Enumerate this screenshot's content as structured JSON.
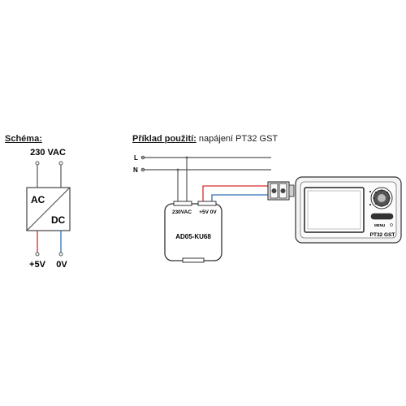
{
  "schema": {
    "heading": "Schéma:",
    "input_label": "230 VAC",
    "ac_label": "AC",
    "dc_label": "DC",
    "out_pos_label": "+5V",
    "out_neg_label": "0V"
  },
  "example": {
    "heading_bold": "Příklad použití:",
    "heading_rest": " napájení PT32 GST",
    "line_l": "L",
    "line_n": "N",
    "module_name": "AD05-KU68",
    "module_in_label": "230VAC",
    "module_out_label": "+5V 0V",
    "thermostat_name": "PT32 GST",
    "thermostat_menu": "MENU"
  },
  "colors": {
    "positive_wire": "#d9292b",
    "negative_wire": "#2f6fb5",
    "line": "#555555"
  }
}
